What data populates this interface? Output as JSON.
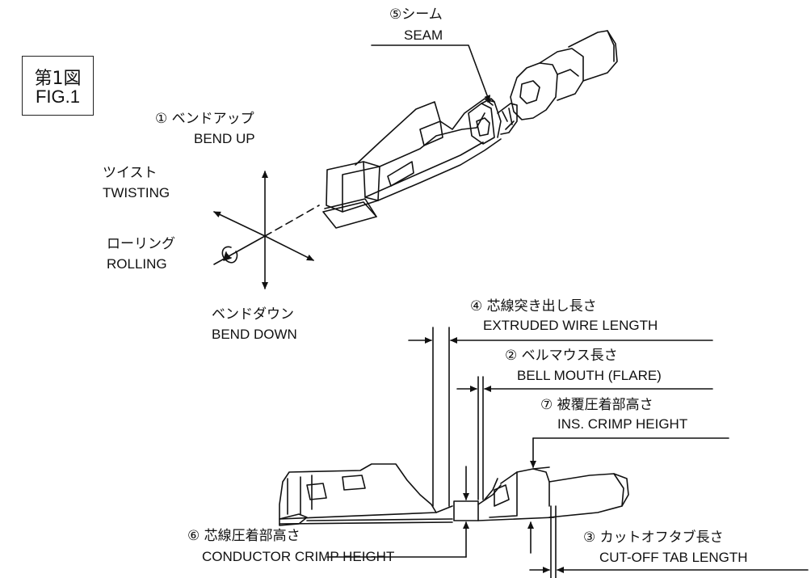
{
  "figure": {
    "jp": "第1図",
    "en": "FIG.1"
  },
  "labels": {
    "bend_up": {
      "jp": "① ベンドアップ",
      "en": "BEND UP"
    },
    "twisting": {
      "jp": "ツイスト",
      "en": "TWISTING"
    },
    "rolling": {
      "jp": "ローリング",
      "en": "ROLLING"
    },
    "bend_down": {
      "jp": "ベンドダウン",
      "en": "BEND DOWN"
    },
    "seam": {
      "jp": "⑤シーム",
      "en": "SEAM"
    },
    "extruded_wire": {
      "jp": "④ 芯線突き出し長さ",
      "en": "EXTRUDED WIRE LENGTH"
    },
    "bell_mouth": {
      "jp": "② ベルマウス長さ",
      "en": "BELL MOUTH (FLARE)"
    },
    "ins_crimp": {
      "jp": "⑦ 被覆圧着部高さ",
      "en": "INS. CRIMP HEIGHT"
    },
    "conductor": {
      "jp": "⑥ 芯線圧着部高さ",
      "en": "CONDUCTOR CRIMP HEIGHT"
    },
    "cutoff": {
      "jp": "③ カットオフタブ長さ",
      "en": "CUT-OFF TAB LENGTH"
    }
  },
  "colors": {
    "ink": "#111111",
    "paper": "#ffffff"
  }
}
